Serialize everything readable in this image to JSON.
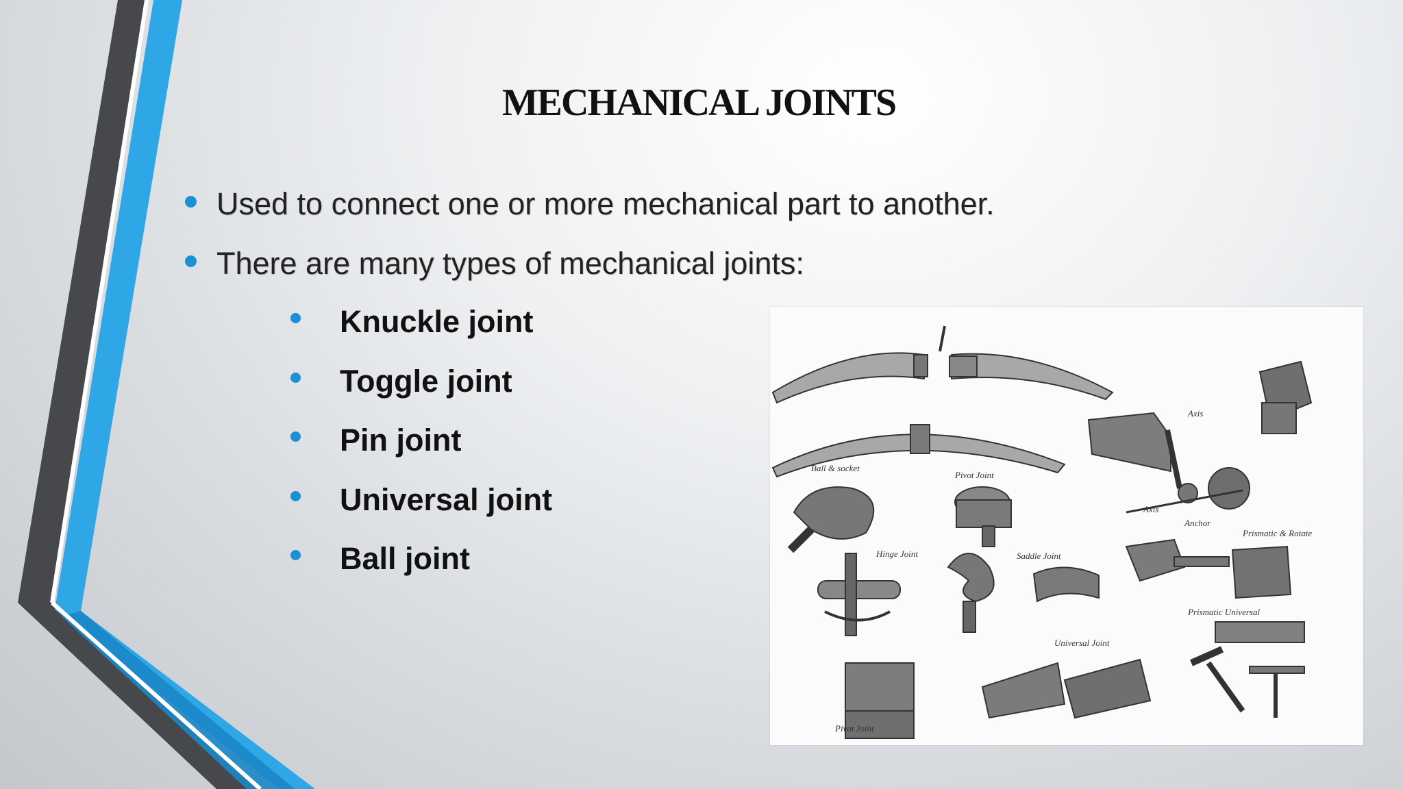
{
  "slide": {
    "title": "MECHANICAL JOINTS",
    "bullets": [
      "Used to connect one or more mechanical part to another.",
      "There are many types of mechanical joints:"
    ],
    "joint_types": [
      "Knuckle joint",
      "Toggle joint",
      "Pin joint",
      "Universal joint",
      "Ball joint"
    ]
  },
  "figure": {
    "sketch_labels": {
      "ball_socket": "Ball & socket",
      "pivot_joint_top": "Pivot Joint",
      "axis": "Axis",
      "anchor": "Anchor",
      "axis_2": "Axis",
      "prismatic_rotate": "Prismatic & Rotate",
      "hinge_joint": "Hinge Joint",
      "saddle_joint": "Saddle Joint",
      "prismatic_universal": "Prismatic Universal",
      "universal_joint": "Universal Joint",
      "pivot_joint_bottom": "Pivot Joint"
    }
  },
  "colors": {
    "accent_blue": "#1d8fd3",
    "light_blue": "#2fa6e6",
    "dark_gray": "#3d3f42"
  }
}
